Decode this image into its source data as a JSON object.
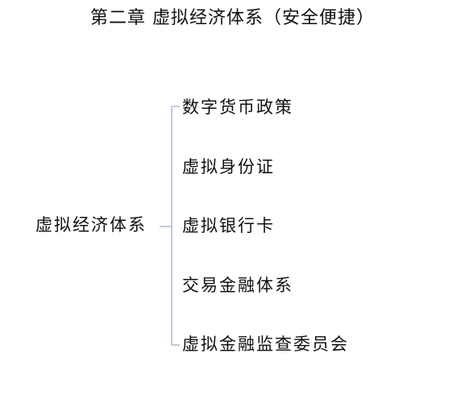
{
  "title": "第二章  虚拟经济体系（安全便捷）",
  "root": "虚拟经济体系",
  "branches": [
    "数字货币政策",
    "虚拟身份证",
    "虚拟银行卡",
    "交易金融体系",
    "虚拟金融监查委员会"
  ],
  "colors": {
    "bracket_line": "#a9bcd3",
    "text": "#111111"
  }
}
